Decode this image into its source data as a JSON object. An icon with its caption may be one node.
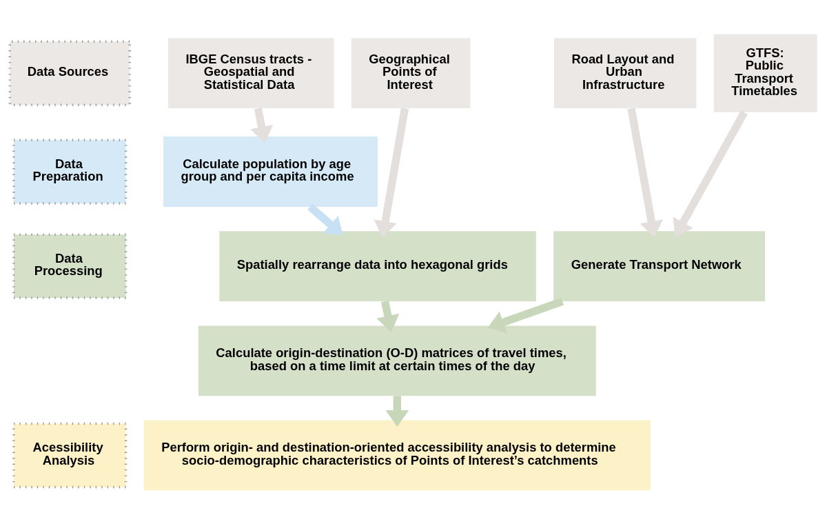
{
  "diagram": {
    "nodes": [
      {
        "text": [
          "Data Sources"
        ]
      },
      {
        "text": [
          "IBGE Census tracts - Geospatial and Statistical Data"
        ]
      },
      {
        "text": [
          "Geographical Points of Interest"
        ]
      },
      {
        "text": [
          "Road Layout and Urban Infrastructure"
        ]
      },
      {
        "text": [
          "GTFS: Public Transport Timetables"
        ]
      },
      {
        "text": [
          "Data Preparation"
        ]
      },
      {
        "text": [
          "Calculate population by age group and per capita income"
        ]
      },
      {
        "text": [
          "Data Processing"
        ]
      },
      {
        "text": [
          "Spatially rearrange data into hexagonal grids"
        ]
      },
      {
        "text": [
          "Generate Transport Network"
        ]
      },
      {
        "text": [
          "Calculate origin-destination (O-D) matrices of travel times, based on a time limit at certain times of the day"
        ]
      },
      {
        "text": [
          "Acessibility Analysis"
        ]
      },
      {
        "text": [
          "Perform origin- and destination-oriented accessibility analysis to determine socio-demographic characteristics of Points of Interest’s catchments"
        ]
      }
    ],
    "edges": [
      {
        "from": 1,
        "to": 6,
        "arrow": "to"
      },
      {
        "from": 6,
        "to": 8,
        "arrow": "to",
        "color": "#c7e0f4"
      },
      {
        "from": 2,
        "to": 8,
        "arrow": "to"
      },
      {
        "from": 3,
        "to": 9,
        "arrow": "to"
      },
      {
        "from": 4,
        "to": 9,
        "arrow": "to"
      },
      {
        "from": 8,
        "to": 10,
        "arrow": "to",
        "color": "#c8d6b9"
      },
      {
        "from": 9,
        "to": 10,
        "arrow": "to",
        "color": "#c8d6b9"
      },
      {
        "from": 10,
        "to": 12,
        "arrow": "to",
        "color": "#c8d6b9"
      }
    ]
  }
}
